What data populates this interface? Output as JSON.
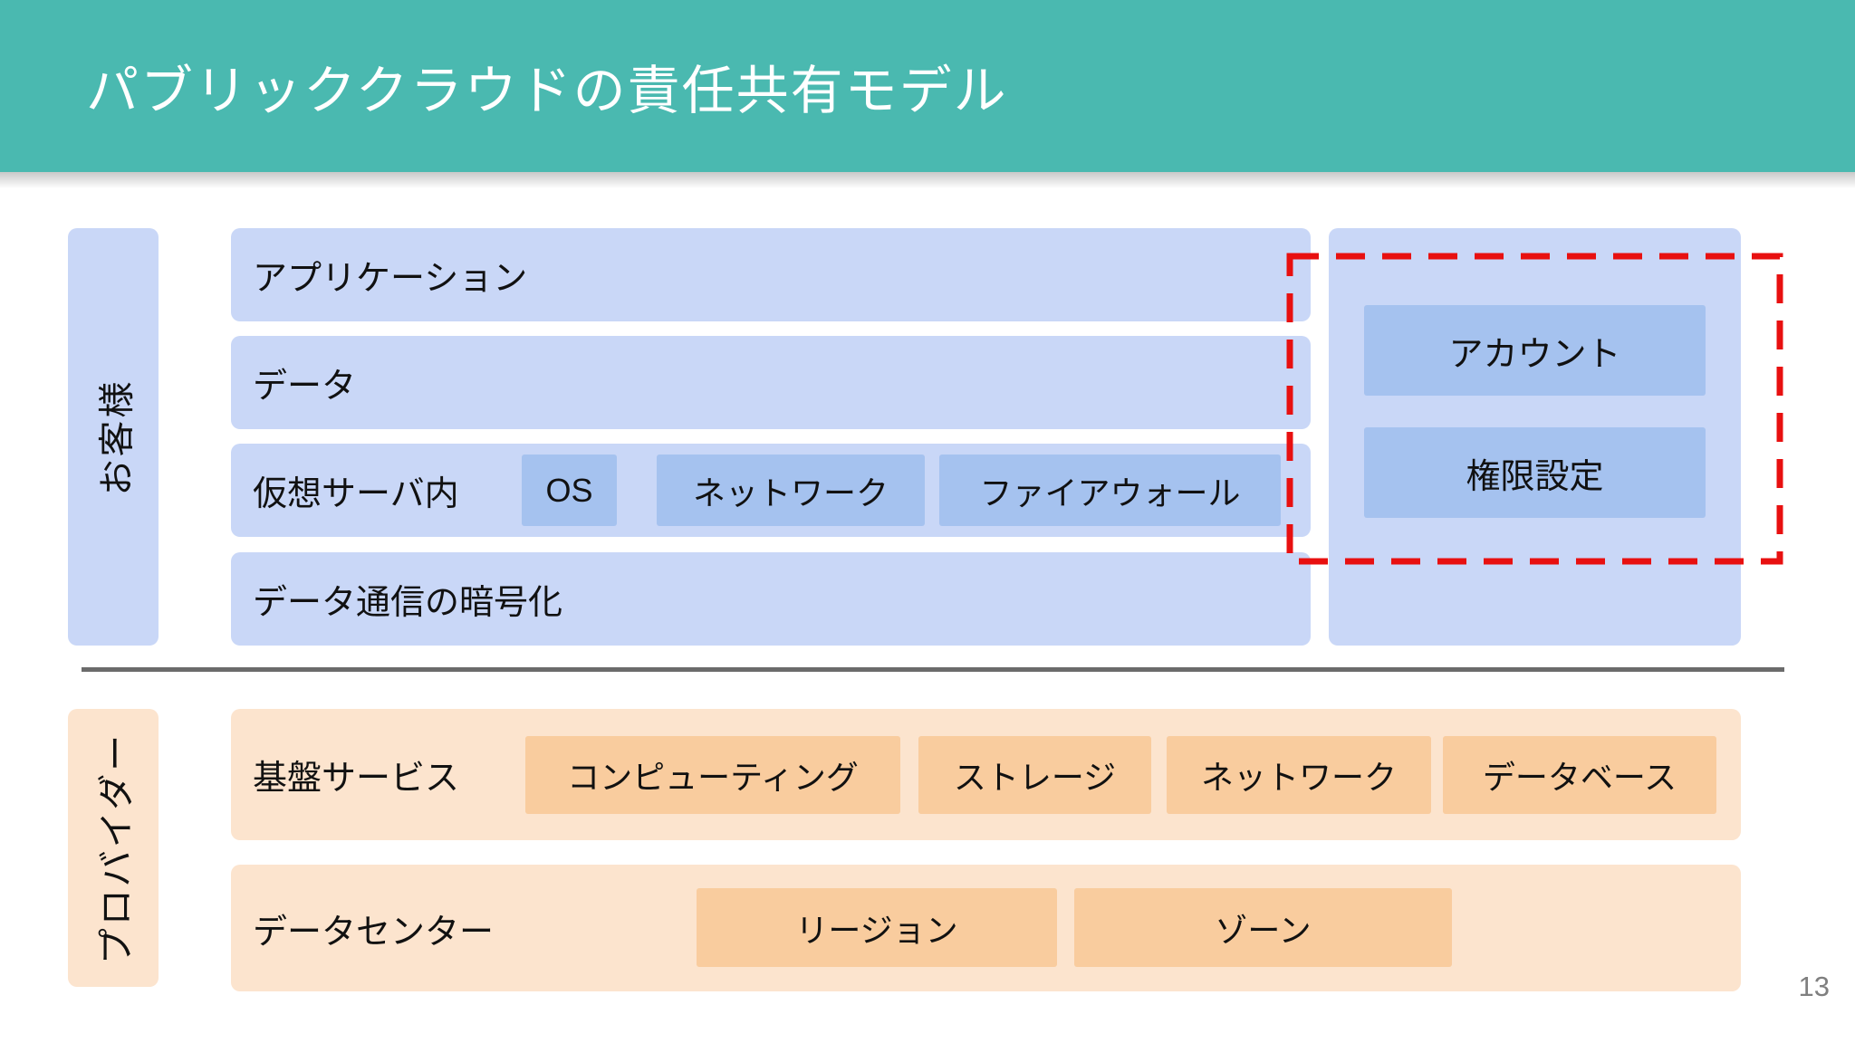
{
  "slide": {
    "title": "パブリッククラウドの責任共有モデル",
    "page_number": "13"
  },
  "colors": {
    "header_teal": "#4ab9b0",
    "customer_light_blue": "#c9d7f7",
    "customer_dark_blue": "#a5c2ef",
    "provider_light_orange": "#fce4ce",
    "provider_dark_orange": "#f9cc9e",
    "highlight_red": "#e81010",
    "divider_gray": "#6b6b6b",
    "text_black": "#111111"
  },
  "customer": {
    "label": "お客様",
    "rows": [
      {
        "label": "アプリケーション"
      },
      {
        "label": "データ"
      },
      {
        "label": "仮想サーバ内",
        "items": [
          "OS",
          "ネットワーク",
          "ファイアウォール"
        ]
      },
      {
        "label": "データ通信の暗号化"
      }
    ],
    "side_panel": {
      "items": [
        "アカウント",
        "権限設定"
      ]
    }
  },
  "provider": {
    "label": "プロバイダー",
    "rows": [
      {
        "label": "基盤サービス",
        "items": [
          "コンピューティング",
          "ストレージ",
          "ネットワーク",
          "データベース"
        ]
      },
      {
        "label": "データセンター",
        "items": [
          "リージョン",
          "ゾーン"
        ]
      }
    ]
  }
}
